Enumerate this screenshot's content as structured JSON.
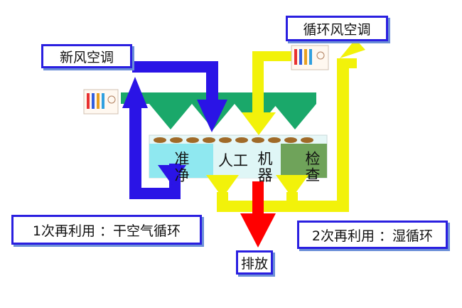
{
  "labels": {
    "fresh_air_ac": "新风空调",
    "recirc_air_ac": "循环风空调",
    "reuse_1": "1次再利用 ：干空气循环",
    "reuse_2": "2次再利用 ：湿循环",
    "exhaust": "排放"
  },
  "stages": {
    "prep": "准净",
    "manual": "人工",
    "machine": "机器",
    "inspect": "检查"
  },
  "colors": {
    "fresh_flow": "#2a14e6",
    "recirc_flow": "#f2f20a",
    "exhaust_flow": "#ff0000",
    "duct_green": "#1aa86a",
    "box_border": "#2a1fe0"
  }
}
